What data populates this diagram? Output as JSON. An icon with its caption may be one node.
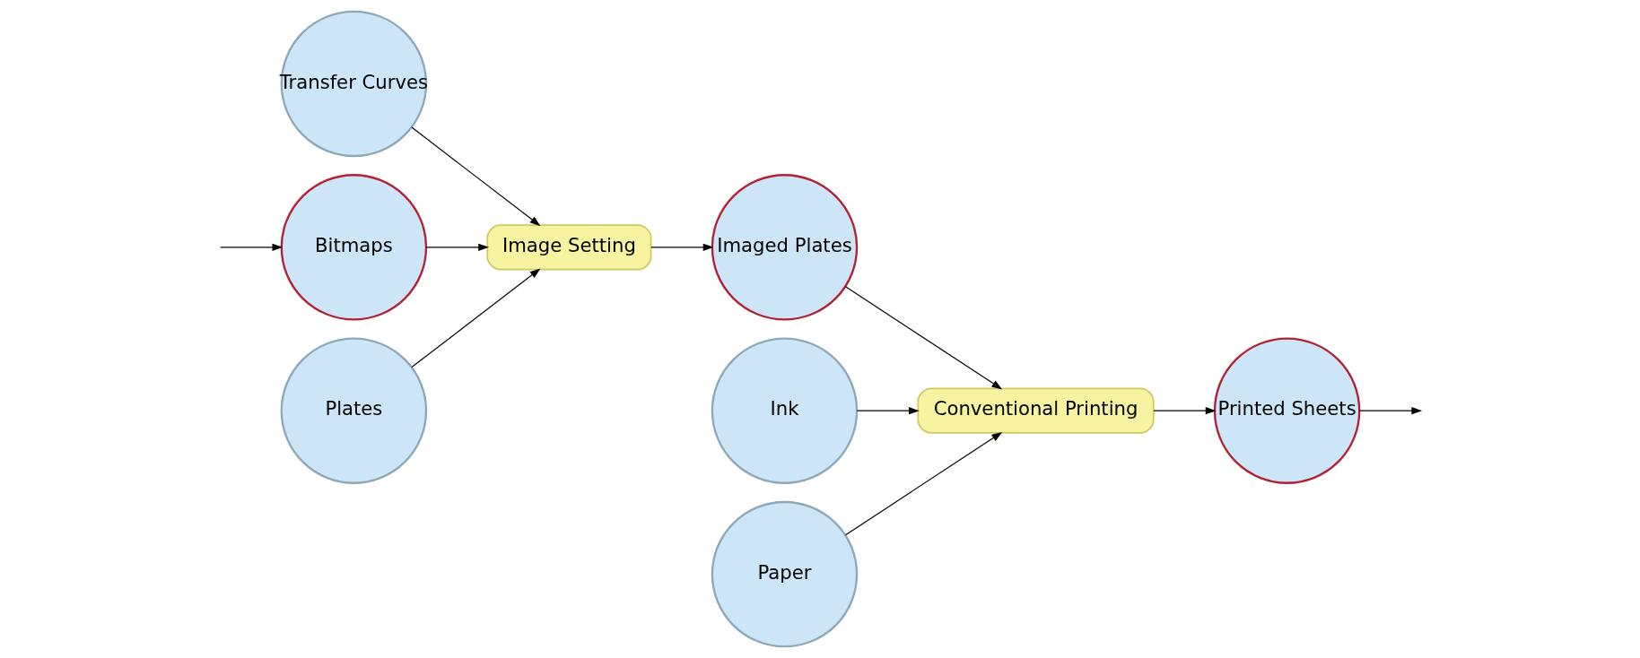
{
  "diagram": {
    "nodes": [
      {
        "text": [
          "Transfer Curves"
        ]
      },
      {
        "text": [
          "Bitmaps"
        ]
      },
      {
        "text": [
          "Plates"
        ]
      },
      {
        "text": [
          "Image Setting"
        ]
      },
      {
        "text": [
          "Ink"
        ]
      },
      {
        "text": [
          "Imaged Plates"
        ]
      },
      {
        "text": [
          "Paper"
        ]
      },
      {
        "text": [
          "Conventional Printing"
        ]
      },
      {
        "text": [
          "Printed Sheets"
        ]
      }
    ],
    "edges": [
      {
        "from": null,
        "to": 1,
        "arrow": "to"
      },
      {
        "from": 0,
        "to": 3,
        "arrow": "to"
      },
      {
        "from": 1,
        "to": 3,
        "arrow": "to"
      },
      {
        "from": 2,
        "to": 3,
        "arrow": "to"
      },
      {
        "from": 3,
        "to": 5,
        "arrow": "to"
      },
      {
        "from": 4,
        "to": 7,
        "arrow": "to"
      },
      {
        "from": 5,
        "to": 7,
        "arrow": "to"
      },
      {
        "from": 6,
        "to": 7,
        "arrow": "to"
      },
      {
        "from": 7,
        "to": 8,
        "arrow": "to"
      },
      {
        "from": 8,
        "to": null,
        "arrow": "to"
      }
    ]
  }
}
